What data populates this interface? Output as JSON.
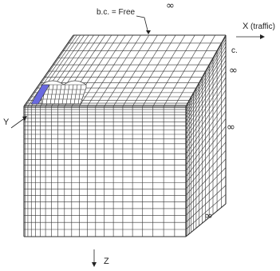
{
  "labels": {
    "bc": "b.c. = Free",
    "infinity": "∞",
    "x_axis": "X",
    "x_axis_note": "(traffic)",
    "y_axis": "Y",
    "z_axis": "Z",
    "corner_mark": "c."
  },
  "colors": {
    "line": "#333333",
    "highlight": "#6a6ae0"
  }
}
